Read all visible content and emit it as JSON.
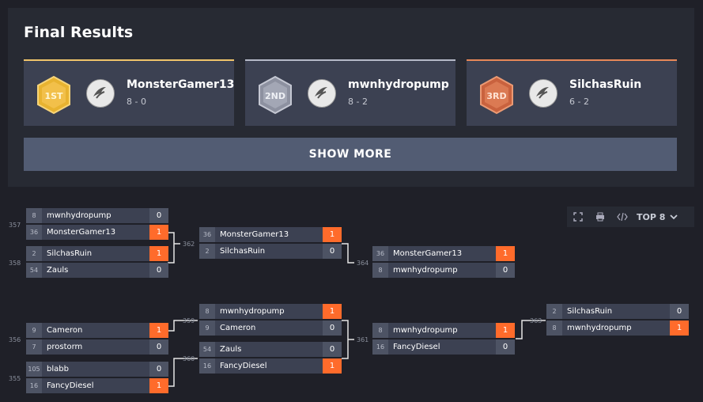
{
  "title": "Final Results",
  "placements": [
    {
      "medal": "1ST",
      "name": "MonsterGamer13",
      "record": "8 - 0",
      "color": "#e8b330",
      "bar": "#f0c46a"
    },
    {
      "medal": "2ND",
      "name": "mwnhydropump",
      "record": "8 - 2",
      "color": "#9ea2b0",
      "bar": "#b5b9c8"
    },
    {
      "medal": "3RD",
      "name": "SilchasRuin",
      "record": "6 - 2",
      "color": "#d9704a",
      "bar": "#e88858"
    }
  ],
  "show_more": "SHOW MORE",
  "toolbar": {
    "top_label": "TOP 8"
  },
  "colors": {
    "win": "#ff6b2b",
    "background": "#1f2028",
    "panel": "#272a33"
  },
  "matches": [
    {
      "num": "357",
      "p": [
        {
          "seed": "8",
          "name": "mwnhydropump",
          "score": "0",
          "win": false
        },
        {
          "seed": "36",
          "name": "MonsterGamer13",
          "score": "1",
          "win": true
        }
      ]
    },
    {
      "num": "358",
      "p": [
        {
          "seed": "2",
          "name": "SilchasRuin",
          "score": "1",
          "win": true
        },
        {
          "seed": "54",
          "name": "Zauls",
          "score": "0",
          "win": false
        }
      ]
    },
    {
      "num": "362",
      "p": [
        {
          "seed": "36",
          "name": "MonsterGamer13",
          "score": "1",
          "win": true
        },
        {
          "seed": "2",
          "name": "SilchasRuin",
          "score": "0",
          "win": false
        }
      ]
    },
    {
      "num": "364",
      "p": [
        {
          "seed": "36",
          "name": "MonsterGamer13",
          "score": "1",
          "win": true
        },
        {
          "seed": "8",
          "name": "mwnhydropump",
          "score": "0",
          "win": false
        }
      ]
    },
    {
      "num": "356",
      "p": [
        {
          "seed": "9",
          "name": "Cameron",
          "score": "1",
          "win": true
        },
        {
          "seed": "7",
          "name": "prostorm",
          "score": "0",
          "win": false
        }
      ]
    },
    {
      "num": "355",
      "p": [
        {
          "seed": "105",
          "name": "blabb",
          "score": "0",
          "win": false
        },
        {
          "seed": "16",
          "name": "FancyDiesel",
          "score": "1",
          "win": true
        }
      ]
    },
    {
      "num": "359",
      "p": [
        {
          "seed": "8",
          "name": "mwnhydropump",
          "score": "1",
          "win": true
        },
        {
          "seed": "9",
          "name": "Cameron",
          "score": "0",
          "win": false
        }
      ]
    },
    {
      "num": "360",
      "p": [
        {
          "seed": "54",
          "name": "Zauls",
          "score": "0",
          "win": false
        },
        {
          "seed": "16",
          "name": "FancyDiesel",
          "score": "1",
          "win": true
        }
      ]
    },
    {
      "num": "361",
      "p": [
        {
          "seed": "8",
          "name": "mwnhydropump",
          "score": "1",
          "win": true
        },
        {
          "seed": "16",
          "name": "FancyDiesel",
          "score": "0",
          "win": false
        }
      ]
    },
    {
      "num": "363",
      "p": [
        {
          "seed": "2",
          "name": "SilchasRuin",
          "score": "0",
          "win": false
        },
        {
          "seed": "8",
          "name": "mwnhydropump",
          "score": "1",
          "win": true
        }
      ]
    }
  ]
}
